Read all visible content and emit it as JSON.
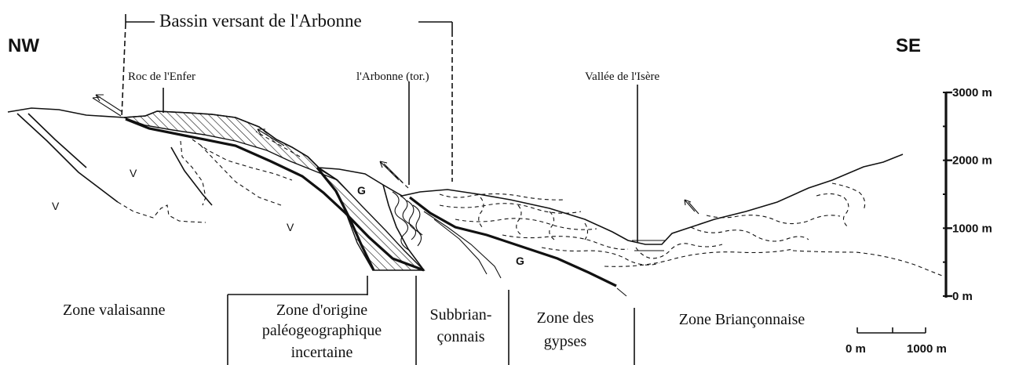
{
  "basin": {
    "label": "Bassin versant de l'Arbonne"
  },
  "orientation": {
    "left": "NW",
    "right": "SE"
  },
  "places": {
    "roc_enfer": "Roc de l'Enfer",
    "arbonne": "l'Arbonne (tor.)",
    "isere": "Vallée de l'Isère"
  },
  "unit_symbols": {
    "v1": "V",
    "v2": "V",
    "v3": "V",
    "g1": "G",
    "g2": "G"
  },
  "altitude_scale": {
    "ticks": [
      {
        "label": "3000 m",
        "value": 3000
      },
      {
        "label": "2000 m",
        "value": 2000
      },
      {
        "label": "1000 m",
        "value": 1000
      },
      {
        "label": "0 m",
        "value": 0
      }
    ]
  },
  "distance_scale": {
    "start_label": "0 m",
    "end_label": "1000 m"
  },
  "zones": {
    "valaisanne": "Zone valaisanne",
    "incertaine_l1": "Zone d'origine",
    "incertaine_l2": "paléogeographique",
    "incertaine_l3": "incertaine",
    "subbrian_l1": "Subbrian-",
    "subbrian_l2": "çonnais",
    "gypses_l1": "Zone des",
    "gypses_l2": "gypses",
    "brianconnaise": "Zone Briançonnaise"
  },
  "colors": {
    "ink": "#111111",
    "background": "#ffffff"
  }
}
